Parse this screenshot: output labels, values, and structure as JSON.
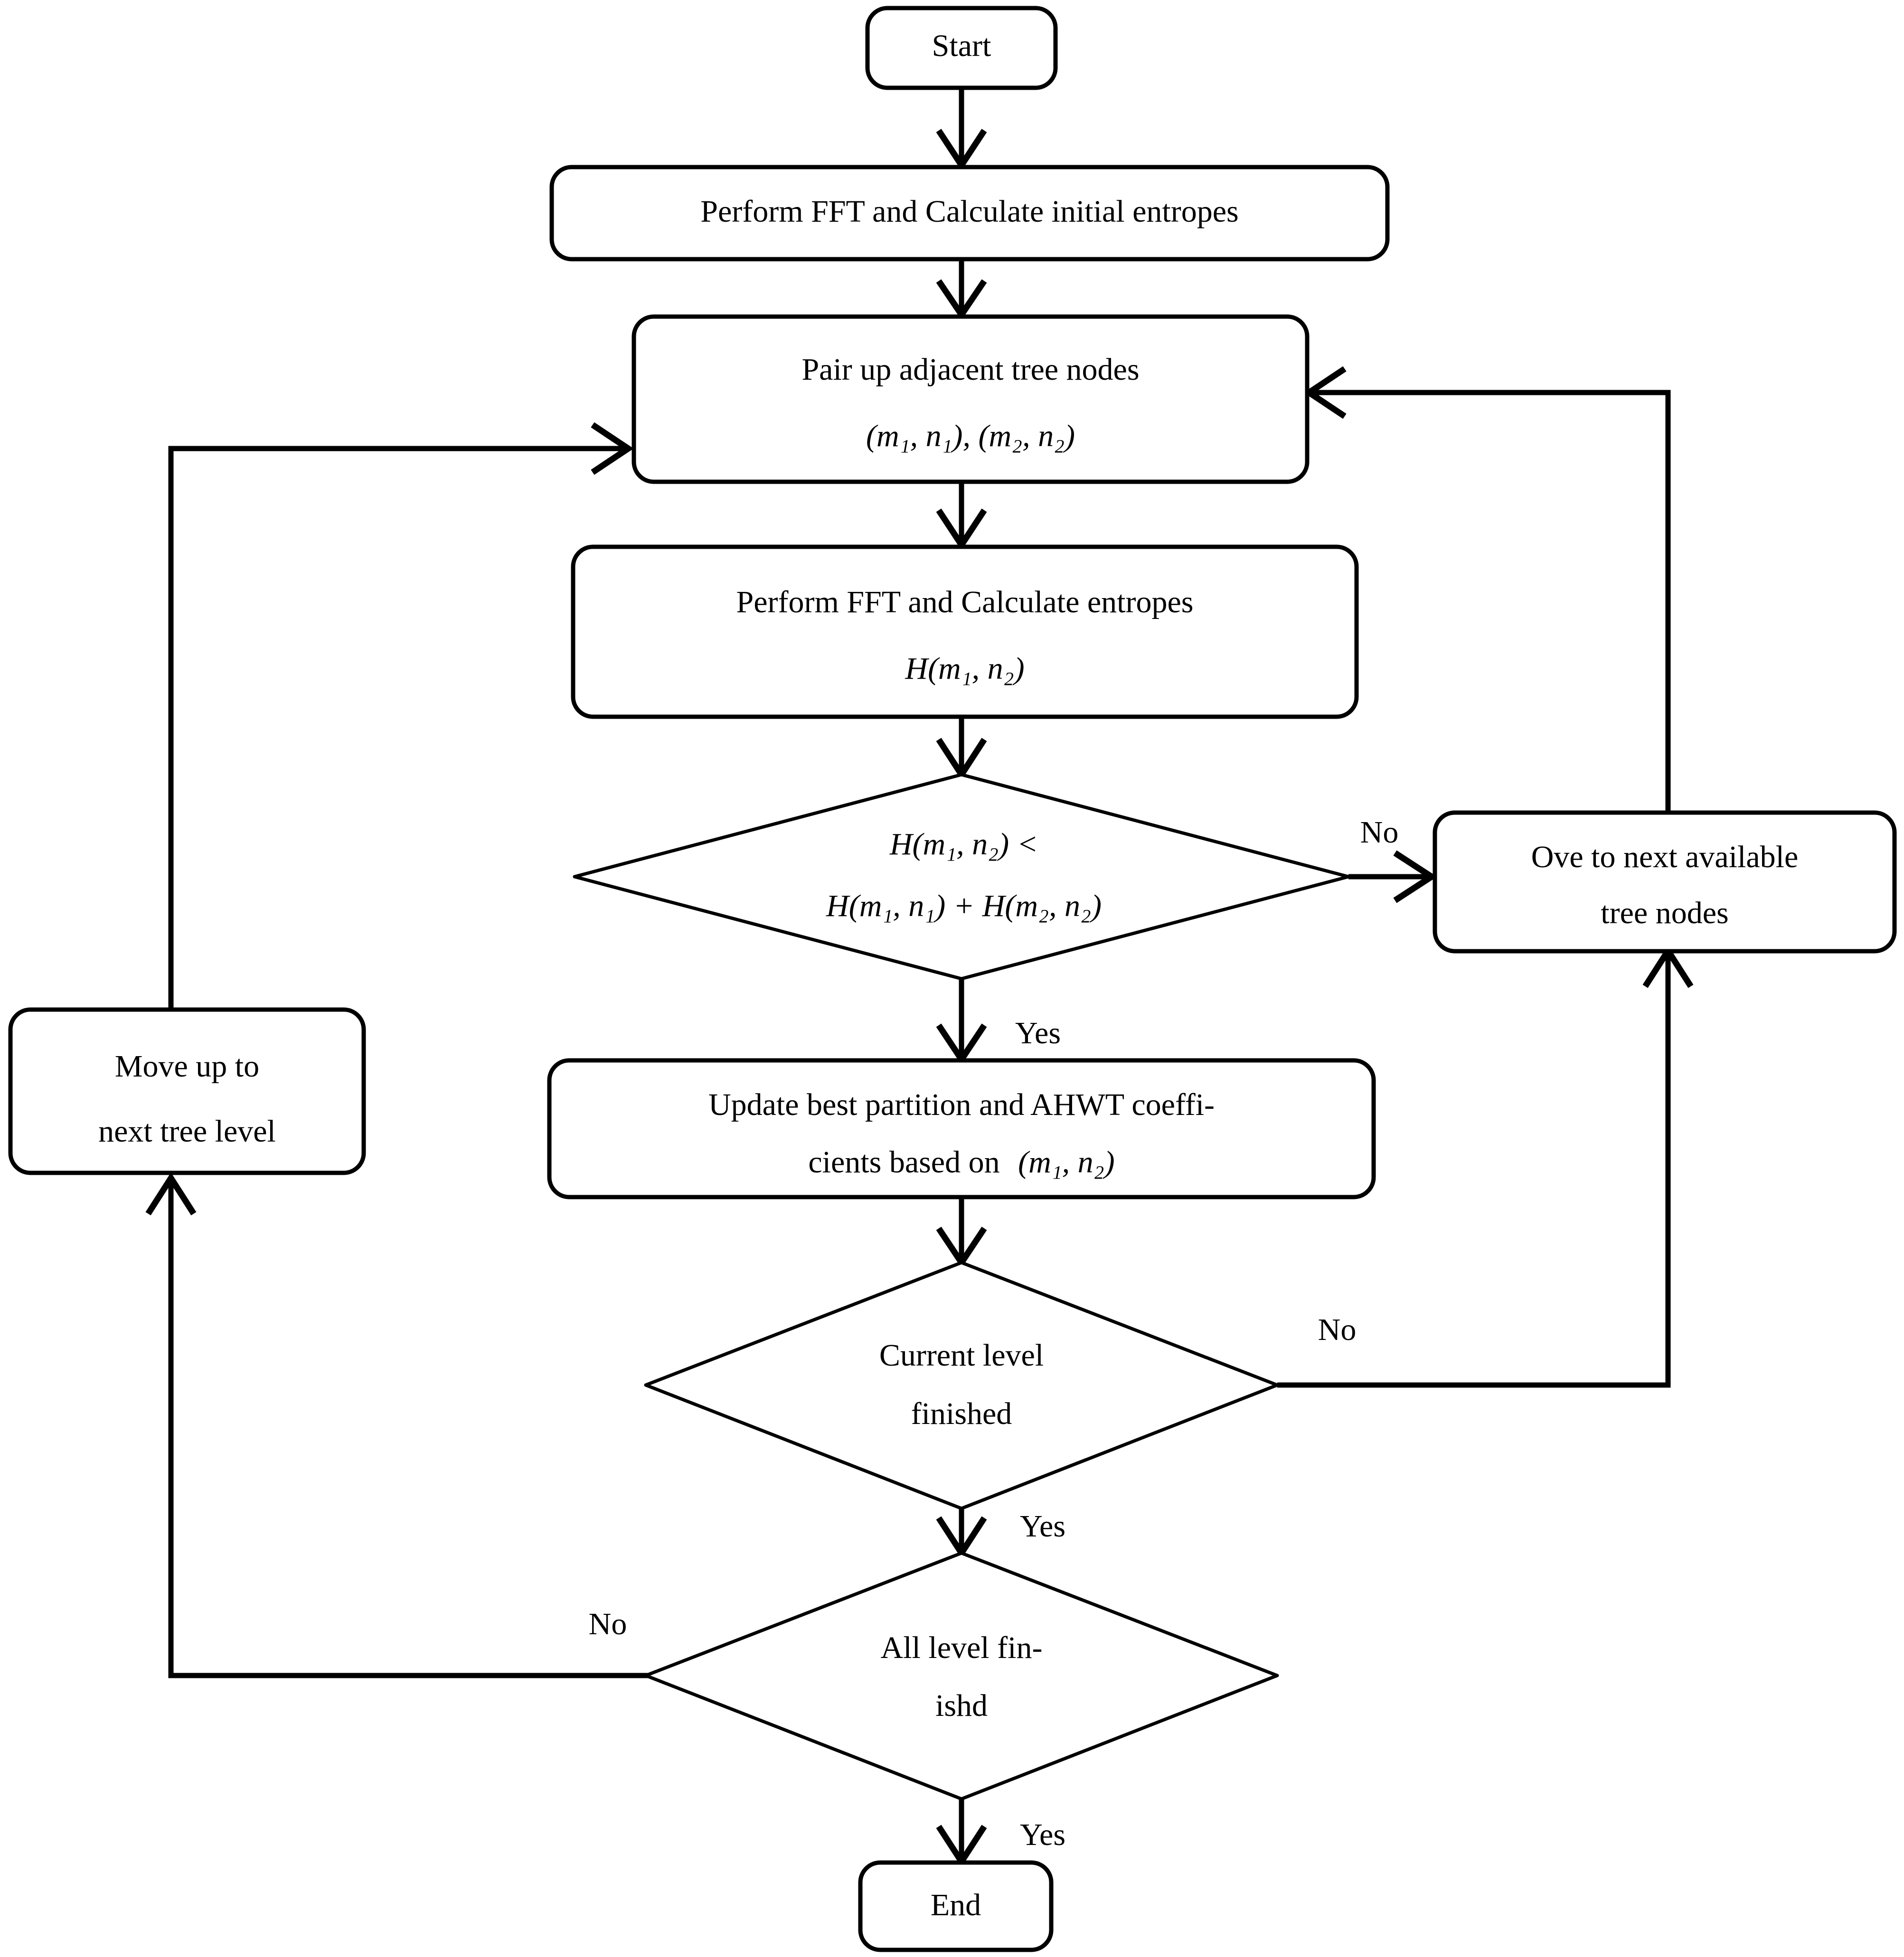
{
  "diagram": {
    "title": "AHWT best-basis search flowchart",
    "stroke_color": "#000000",
    "fill_color": "#ffffff",
    "nodes": {
      "start": {
        "label": "Start",
        "shape": "rounded-rect"
      },
      "fft_initial": {
        "label": "Perform FFT and Calculate initial entropes",
        "shape": "rounded-rect"
      },
      "pair_up": {
        "line1": "Pair up adjacent tree nodes",
        "line2_math": "(m₁, n₁), (m₂, n₂)",
        "shape": "rounded-rect"
      },
      "fft_entropes": {
        "line1": "Perform FFT and Calculate entropes",
        "line2_math": "H(m₁, n₂)",
        "shape": "rounded-rect"
      },
      "decision_entropy": {
        "line1_math": "H(m₁, n₂) <",
        "line2_math": "H(m₁, n₁) + H(m₂, n₂)",
        "shape": "diamond"
      },
      "move_next_nodes": {
        "line1": "Ove to next available",
        "line2": "tree nodes",
        "shape": "rounded-rect"
      },
      "update_best": {
        "line1": "Update best partition and AHWT coeffi-",
        "line2": "cients based on",
        "line2_math": "(m₁, n₂)",
        "shape": "rounded-rect"
      },
      "decision_current_level": {
        "line1": "Current level",
        "line2": "finished",
        "shape": "diamond"
      },
      "move_up_level": {
        "line1": "Move up to",
        "line2": "next tree level",
        "shape": "rounded-rect"
      },
      "decision_all_levels": {
        "line1": "All level fin-",
        "line2": "ishd",
        "shape": "diamond"
      },
      "end": {
        "label": "End",
        "shape": "rounded-rect"
      }
    },
    "edge_labels": {
      "entropy_no": "No",
      "entropy_yes": "Yes",
      "current_level_no": "No",
      "current_level_yes": "Yes",
      "all_levels_no": "No",
      "all_levels_yes": "Yes"
    }
  }
}
